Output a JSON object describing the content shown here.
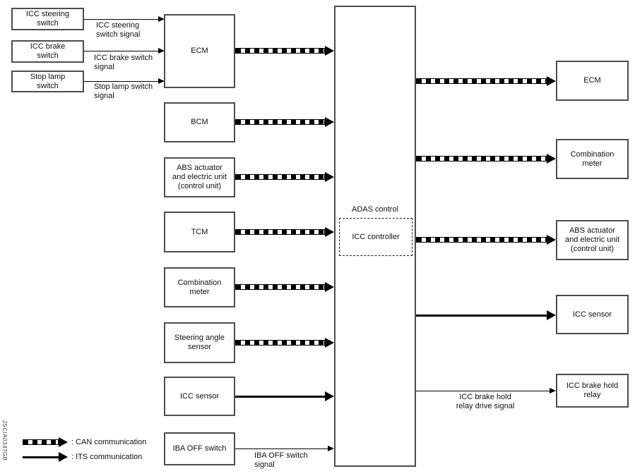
{
  "watermark": "JSCIA0347GB",
  "colors": {
    "background": "#ffffff",
    "box_border": "#4d4d4d",
    "line": "#000000",
    "text": "#111111"
  },
  "central": {
    "title": "ADAS control",
    "controller": "ICC controller"
  },
  "input_switches": [
    {
      "label": "ICC steering\nswitch",
      "signal": "ICC steering\nswitch signal"
    },
    {
      "label": "ICC brake\nswitch",
      "signal": "ICC brake switch\nsignal"
    },
    {
      "label": "Stop lamp\nswitch",
      "signal": "Stop lamp switch\nsignal"
    }
  ],
  "left_modules": [
    {
      "label": "ECM",
      "comm": "CAN"
    },
    {
      "label": "BCM",
      "comm": "CAN"
    },
    {
      "label": "ABS actuator\nand electric unit\n(control unit)",
      "comm": "CAN"
    },
    {
      "label": "TCM",
      "comm": "CAN"
    },
    {
      "label": "Combination\nmeter",
      "comm": "CAN"
    },
    {
      "label": "Steering angle\nsensor",
      "comm": "CAN"
    },
    {
      "label": "ICC sensor",
      "comm": "ITS"
    },
    {
      "label": "IBA OFF switch",
      "comm": "wire",
      "signal": "IBA OFF switch\nsignal"
    }
  ],
  "right_modules": [
    {
      "label": "ECM",
      "comm": "CAN"
    },
    {
      "label": "Combination\nmeter",
      "comm": "CAN"
    },
    {
      "label": "ABS actuator\nand electric unit\n(control unit)",
      "comm": "CAN"
    },
    {
      "label": "ICC sensor",
      "comm": "ITS"
    },
    {
      "label": "ICC brake hold\nrelay",
      "comm": "wire",
      "signal": "ICC brake hold\nrelay drive signal"
    }
  ],
  "legend": [
    {
      "style": "CAN",
      "label": ": CAN communication"
    },
    {
      "style": "ITS",
      "label": ": ITS communication"
    }
  ],
  "connections": [
    {
      "from": "ICC steering switch",
      "to": "ECM",
      "type": "wire",
      "label": "ICC steering switch signal"
    },
    {
      "from": "ICC brake switch",
      "to": "ECM",
      "type": "wire",
      "label": "ICC brake switch signal"
    },
    {
      "from": "Stop lamp switch",
      "to": "ECM",
      "type": "wire",
      "label": "Stop lamp switch signal"
    },
    {
      "from": "ECM",
      "to": "ADAS control",
      "type": "CAN"
    },
    {
      "from": "BCM",
      "to": "ADAS control",
      "type": "CAN"
    },
    {
      "from": "ABS actuator and electric unit (control unit)",
      "to": "ADAS control",
      "type": "CAN"
    },
    {
      "from": "TCM",
      "to": "ADAS control",
      "type": "CAN"
    },
    {
      "from": "Combination meter",
      "to": "ADAS control",
      "type": "CAN"
    },
    {
      "from": "Steering angle sensor",
      "to": "ADAS control",
      "type": "CAN"
    },
    {
      "from": "ICC sensor",
      "to": "ADAS control",
      "type": "ITS"
    },
    {
      "from": "IBA OFF switch",
      "to": "ADAS control",
      "type": "wire",
      "label": "IBA OFF switch signal"
    },
    {
      "from": "ADAS control",
      "to": "ECM",
      "type": "CAN"
    },
    {
      "from": "ADAS control",
      "to": "Combination meter",
      "type": "CAN"
    },
    {
      "from": "ADAS control",
      "to": "ABS actuator and electric unit (control unit)",
      "type": "CAN"
    },
    {
      "from": "ADAS control",
      "to": "ICC sensor",
      "type": "ITS"
    },
    {
      "from": "ADAS control",
      "to": "ICC brake hold relay",
      "type": "wire",
      "label": "ICC brake hold relay drive signal"
    }
  ]
}
